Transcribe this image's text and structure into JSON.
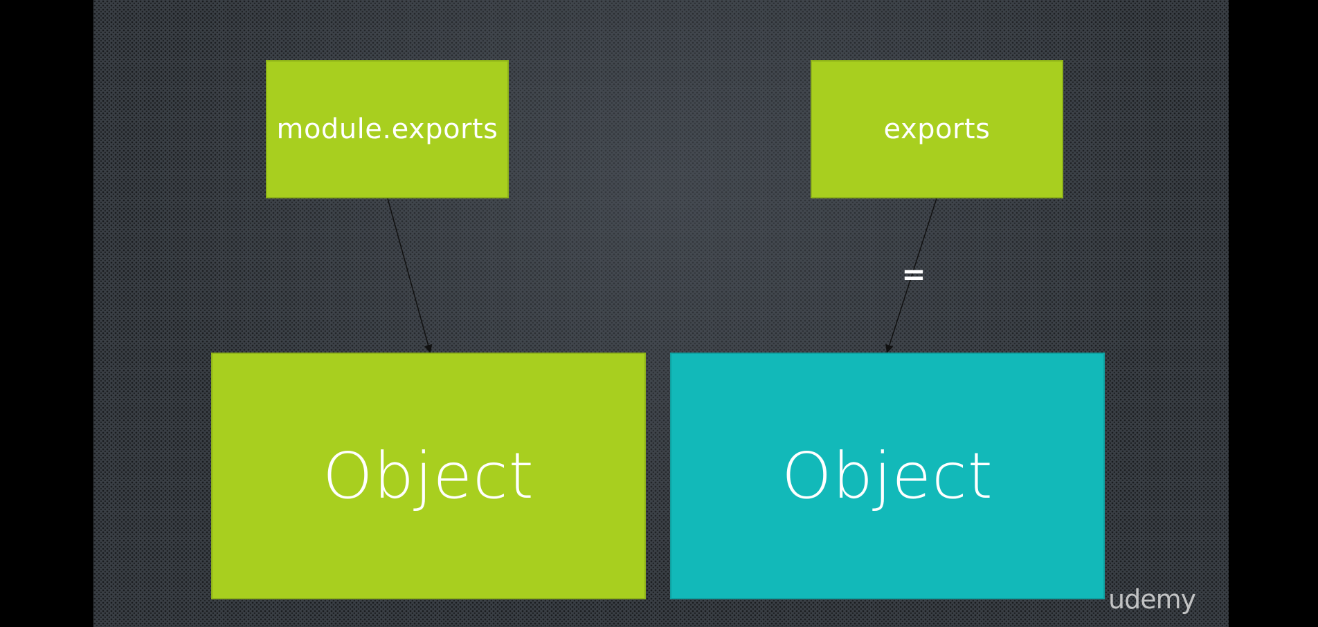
{
  "slide": {
    "top_left_label": "module.exports",
    "top_right_label": "exports",
    "bottom_left_label": "Object",
    "bottom_right_label": "Object",
    "equals_label": "=",
    "watermark": "udemy"
  },
  "colors": {
    "green": "#a8cf1f",
    "teal": "#12b9b9",
    "background": "#3a3f45",
    "text": "#ffffff"
  }
}
